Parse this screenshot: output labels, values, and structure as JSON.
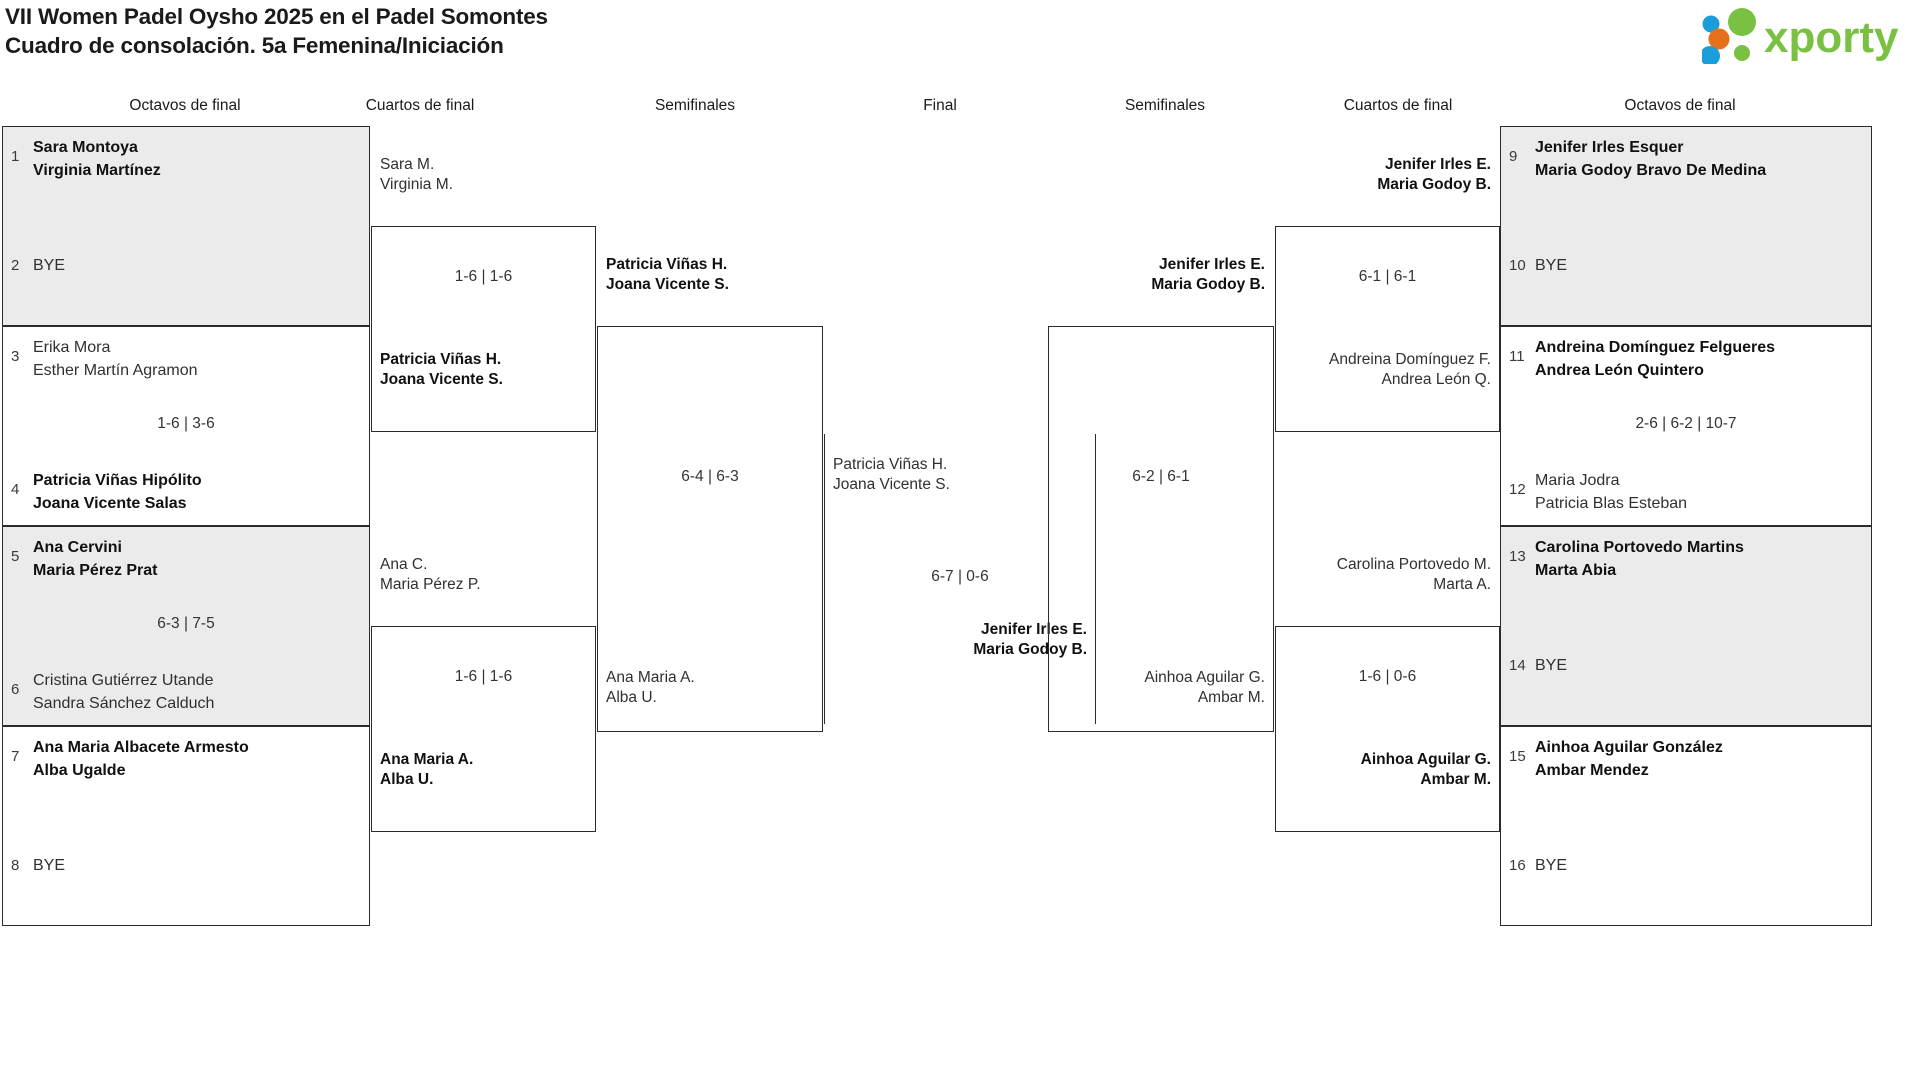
{
  "header": {
    "title_line1": "VII Women Padel Oysho 2025 en el Padel Somontes",
    "title_line2": "Cuadro de consolación. 5a Femenina/Iniciación",
    "logo_text": "xporty",
    "logo_colors": {
      "green": "#7ac143",
      "blue": "#1b9dd9",
      "orange": "#e8701a"
    }
  },
  "round_headers": {
    "left_r16": "Octavos de final",
    "left_qf": "Cuartos de final",
    "left_sf": "Semifinales",
    "final": "Final",
    "right_sf": "Semifinales",
    "right_qf": "Cuartos de final",
    "right_r16": "Octavos de final"
  },
  "left_r16": [
    {
      "top": {
        "seed": "1",
        "line1": "Sara Montoya",
        "line2": "Virginia Martínez",
        "winner": true,
        "bye": false
      },
      "bottom": {
        "seed": "2",
        "line1": "BYE",
        "line2": "",
        "winner": false,
        "bye": true
      },
      "score": "",
      "shaded": true
    },
    {
      "top": {
        "seed": "3",
        "line1": "Erika Mora",
        "line2": "Esther Martín Agramon",
        "winner": false,
        "bye": false
      },
      "bottom": {
        "seed": "4",
        "line1": "Patricia Viñas Hipólito",
        "line2": "Joana Vicente Salas",
        "winner": true,
        "bye": false
      },
      "score": "1-6 | 3-6",
      "shaded": false
    },
    {
      "top": {
        "seed": "5",
        "line1": "Ana Cervini",
        "line2": "Maria Pérez Prat",
        "winner": true,
        "bye": false
      },
      "bottom": {
        "seed": "6",
        "line1": "Cristina Gutiérrez Utande",
        "line2": "Sandra Sánchez Calduch",
        "winner": false,
        "bye": false
      },
      "score": "6-3 | 7-5",
      "shaded": true
    },
    {
      "top": {
        "seed": "7",
        "line1": "Ana Maria Albacete Armesto",
        "line2": "Alba Ugalde",
        "winner": true,
        "bye": false
      },
      "bottom": {
        "seed": "8",
        "line1": "BYE",
        "line2": "",
        "winner": false,
        "bye": true
      },
      "score": "",
      "shaded": false
    }
  ],
  "right_r16": [
    {
      "top": {
        "seed": "9",
        "line1": "Jenifer Irles Esquer",
        "line2": "Maria Godoy Bravo De Medina",
        "winner": true,
        "bye": false
      },
      "bottom": {
        "seed": "10",
        "line1": "BYE",
        "line2": "",
        "winner": false,
        "bye": true
      },
      "score": "",
      "shaded": true
    },
    {
      "top": {
        "seed": "11",
        "line1": "Andreina Domínguez Felgueres",
        "line2": "Andrea León Quintero",
        "winner": true,
        "bye": false
      },
      "bottom": {
        "seed": "12",
        "line1": "Maria Jodra",
        "line2": "Patricia Blas Esteban",
        "winner": false,
        "bye": false
      },
      "score": "2-6 | 6-2 | 10-7",
      "shaded": false
    },
    {
      "top": {
        "seed": "13",
        "line1": "Carolina Portovedo Martins",
        "line2": "Marta Abia",
        "winner": true,
        "bye": false
      },
      "bottom": {
        "seed": "14",
        "line1": "BYE",
        "line2": "",
        "winner": false,
        "bye": true
      },
      "score": "",
      "shaded": true
    },
    {
      "top": {
        "seed": "15",
        "line1": "Ainhoa Aguilar González",
        "line2": "Ambar Mendez",
        "winner": true,
        "bye": false
      },
      "bottom": {
        "seed": "16",
        "line1": "BYE",
        "line2": "",
        "winner": false,
        "bye": true
      },
      "score": "",
      "shaded": false
    }
  ],
  "left_qf": [
    {
      "top": {
        "line1": "Sara M.",
        "line2": "Virginia M.",
        "winner": false
      },
      "bottom": {
        "line1": "Patricia Viñas H.",
        "line2": "Joana Vicente S.",
        "winner": true
      },
      "score": "1-6 | 1-6"
    },
    {
      "top": {
        "line1": "Ana C.",
        "line2": "Maria Pérez P.",
        "winner": false
      },
      "bottom": {
        "line1": "Ana Maria A.",
        "line2": "Alba U.",
        "winner": true
      },
      "score": "1-6 | 1-6"
    }
  ],
  "right_qf": [
    {
      "top": {
        "line1": "Jenifer Irles E.",
        "line2": "Maria Godoy B.",
        "winner": true
      },
      "bottom": {
        "line1": "Andreina Domínguez F.",
        "line2": "Andrea León Q.",
        "winner": false
      },
      "score": "6-1 | 6-1"
    },
    {
      "top": {
        "line1": "Carolina Portovedo M.",
        "line2": "Marta A.",
        "winner": false
      },
      "bottom": {
        "line1": "Ainhoa Aguilar G.",
        "line2": "Ambar M.",
        "winner": true
      },
      "score": "1-6 | 0-6"
    }
  ],
  "left_sf": {
    "top": {
      "line1": "Patricia Viñas H.",
      "line2": "Joana Vicente S.",
      "winner": true
    },
    "bottom": {
      "line1": "Ana Maria A.",
      "line2": "Alba U.",
      "winner": false
    },
    "score": "6-4 | 6-3"
  },
  "right_sf": {
    "top": {
      "line1": "Jenifer Irles E.",
      "line2": "Maria Godoy B.",
      "winner": true
    },
    "bottom": {
      "line1": "Ainhoa Aguilar G.",
      "line2": "Ambar M.",
      "winner": false
    },
    "score": "6-2 | 6-1"
  },
  "final": {
    "top": {
      "line1": "Patricia Viñas H.",
      "line2": "Joana Vicente S.",
      "winner": false
    },
    "bottom": {
      "line1": "Jenifer Irles E.",
      "line2": "Maria Godoy B.",
      "winner": true
    },
    "score": "6-7 | 0-6"
  }
}
